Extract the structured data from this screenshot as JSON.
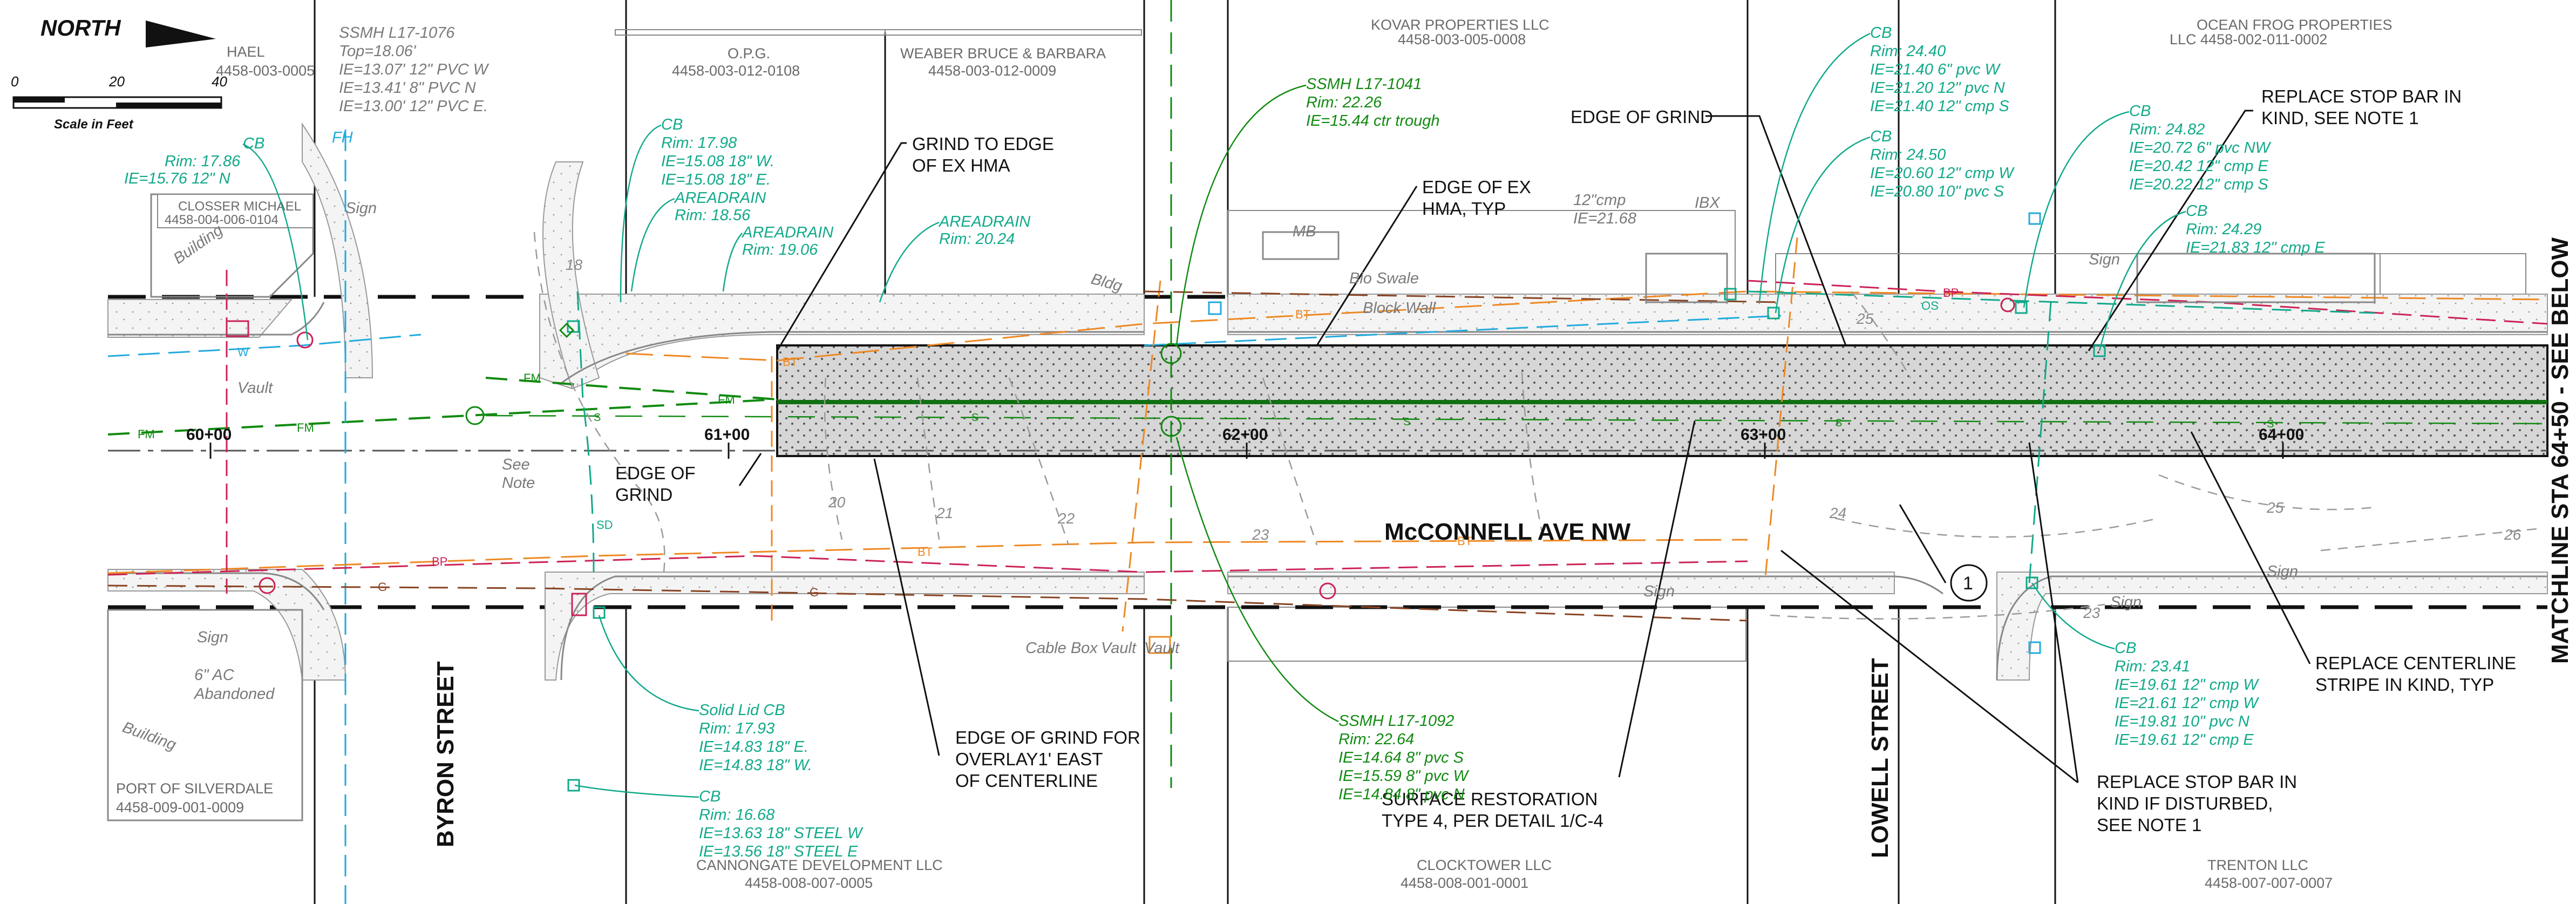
{
  "north_arrow": {
    "label": "NORTH"
  },
  "scale_bar": {
    "ticks": [
      "0",
      "20",
      "40"
    ],
    "caption": "Scale in Feet"
  },
  "stations": [
    "60+00",
    "61+00",
    "62+00",
    "63+00",
    "64+00"
  ],
  "streets": {
    "main": "McCONNELL AVE NW",
    "byron": "BYRON STREET",
    "lowell": "LOWELL STREET"
  },
  "matchline": "MATCHLINE STA 64+50 - SEE BELOW",
  "callout": {
    "number": "1"
  },
  "owners": [
    {
      "line1": "HAEL",
      "line2": "4458-003-0005"
    },
    {
      "line1": "O.P.G.",
      "line2": "4458-003-012-0108"
    },
    {
      "line1": "WEABER BRUCE & BARBARA",
      "line2": "4458-003-012-0009"
    },
    {
      "line1": "KOVAR PROPERTIES LLC",
      "line2": "4458-003-005-0008"
    },
    {
      "line1": "OCEAN FROG PROPERTIES",
      "line2": "LLC 4458-002-011-0002"
    },
    {
      "line1": "CLOSSER MICHAEL",
      "line2": "4458-004-006-0104"
    },
    {
      "line1": "PORT OF SILVERDALE",
      "line2": "4458-009-001-0009"
    },
    {
      "line1": "CANNONGATE DEVELOPMENT LLC",
      "line2": "4458-008-007-0005"
    },
    {
      "line1": "CLOCKTOWER LLC",
      "line2": "4458-008-001-0001"
    },
    {
      "line1": "TRENTON LLC",
      "line2": "4458-007-007-0007"
    }
  ],
  "notes": {
    "grind_edge_hma": [
      "GRIND TO EDGE",
      "OF EX HMA"
    ],
    "edge_ex_hma": [
      "EDGE OF EX",
      "HMA, TYP"
    ],
    "edge_of_grind_top": [
      "EDGE OF GRIND"
    ],
    "edge_of_grind_left": [
      "EDGE OF",
      "GRIND"
    ],
    "stop_bar_top": [
      "REPLACE STOP BAR IN",
      "KIND, SEE NOTE 1"
    ],
    "grind_overlay": [
      "EDGE OF GRIND FOR",
      "OVERLAY1' EAST",
      "OF CENTERLINE"
    ],
    "surface_restoration": [
      "SURFACE RESTORATION",
      "TYPE 4, PER DETAIL 1/C-4"
    ],
    "centerline_stripe": [
      "REPLACE CENTERLINE",
      "STRIPE IN KIND, TYP"
    ],
    "stop_bar_bottom": [
      "REPLACE STOP BAR IN",
      "KIND IF DISTURBED,",
      "SEE NOTE 1"
    ]
  },
  "utilities": {
    "ssmh_1076": [
      "SSMH L17-1076",
      "Top=18.06'",
      "IE=13.07' 12\" PVC W",
      "IE=13.41' 8\" PVC N",
      "IE=13.00' 12\" PVC E."
    ],
    "cb_top_left": [
      "CB",
      "Rim: 17.98",
      "IE=15.08 18\" W.",
      "IE=15.08 18\" E."
    ],
    "areadrain_1": [
      "AREADRAIN",
      "Rim: 18.56"
    ],
    "areadrain_2": [
      "AREADRAIN",
      "Rim: 19.06"
    ],
    "areadrain_3": [
      "AREADRAIN",
      "Rim: 20.24"
    ],
    "ssmh_1041": [
      "SSMH L17-1041",
      "Rim: 22.26",
      "IE=15.44 ctr trough"
    ],
    "cb_far_left": [
      "CB",
      "Rim: 17.86",
      "IE=15.76 12\" N"
    ],
    "fh": [
      "FH"
    ],
    "cb_lowell_1": [
      "CB",
      "Rim: 24.40",
      "IE=21.40 6\" pvc W",
      "IE=21.20 12\" pvc N",
      "IE=21.40 12\" cmp S"
    ],
    "cb_lowell_2": [
      "CB",
      "Rim: 24.50",
      "IE=20.60 12\" cmp W",
      "IE=20.80 10\" pvc S"
    ],
    "cmp_12": [
      "12\"cmp",
      "IE=21.68"
    ],
    "ibx": [
      "IBX"
    ],
    "cb_right_1": [
      "CB",
      "Rim: 24.82",
      "IE=20.72 6\" pvc NW",
      "IE=20.42 12\" cmp E",
      "IE=20.22 12\" cmp S"
    ],
    "cb_right_2": [
      "CB",
      "Rim: 24.29",
      "IE=21.83 12\" cmp E"
    ],
    "ssmh_1092": [
      "SSMH L17-1092",
      "Rim: 22.64",
      "IE=14.64 8\" pvc S",
      "IE=15.59 8\" pvc W",
      "IE=14.84 8\" pvc N"
    ],
    "solid_lid_cb": [
      "Solid Lid CB",
      "Rim: 17.93",
      "IE=14.83 18\" E.",
      "IE=14.83 18\" W."
    ],
    "cb_bottom": [
      "CB",
      "Rim: 16.68",
      "IE=13.63 18\" STEEL W",
      "IE=13.56 18\" STEEL E"
    ],
    "cb_bottom_right": [
      "CB",
      "Rim: 23.41",
      "IE=19.61 12\" cmp W",
      "IE=21.61 12\" cmp W",
      "IE=19.81 10\" pvc N",
      "IE=19.61 12\" cmp E"
    ]
  },
  "features": {
    "building": "Building",
    "vault": "Vault",
    "sign": "Sign",
    "see_note": [
      "See",
      "Note"
    ],
    "bldg": "Bldg",
    "bio_swale": "Bio Swale",
    "block_wall": "Block Wall",
    "mb": "MB",
    "cable_box": "Cable Box",
    "ac_abandoned": [
      "6\" AC",
      "Abandoned"
    ]
  },
  "contours": [
    "18",
    "20",
    "21",
    "22",
    "23",
    "23",
    "24",
    "25",
    "25",
    "26"
  ],
  "line_codes": {
    "fm": "FM",
    "bt": "BT",
    "bp": "BP",
    "g": "G",
    "s": "S",
    "w": "W",
    "sd": "SD",
    "os": "OS"
  }
}
